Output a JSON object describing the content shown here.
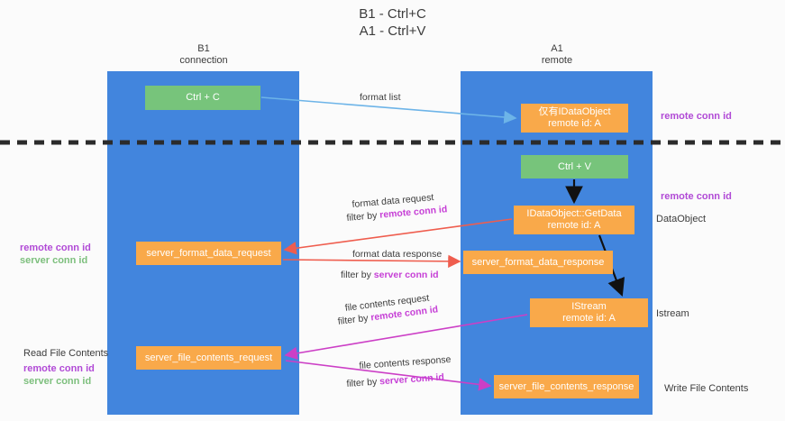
{
  "title": {
    "line1": "B1 - Ctrl+C",
    "line2": "A1 - Ctrl+V"
  },
  "lanes": [
    {
      "id": "b1",
      "name": "B1",
      "role": "connection",
      "color": "#4285dd"
    },
    {
      "id": "a1",
      "name": "A1",
      "role": "remote",
      "color": "#4285dd"
    }
  ],
  "nodes": {
    "ctrl_c": {
      "label": "Ctrl + C",
      "color": "#77c47b",
      "lane": "B1"
    },
    "dataobject_remote": {
      "line1": "仅有IDataObject",
      "line2": "remote id: A",
      "color": "#f9a94a",
      "lane": "A1"
    },
    "ctrl_v": {
      "label": "Ctrl + V",
      "color": "#77c47b",
      "lane": "A1"
    },
    "getdata": {
      "line1": "IDataObject::GetData",
      "line2": "remote id: A",
      "color": "#f9a94a",
      "lane": "A1"
    },
    "server_format_data_request": {
      "label": "server_format_data_request",
      "color": "#f9a94a",
      "lane": "B1"
    },
    "server_format_data_response": {
      "label": "server_format_data_response",
      "color": "#f9a94a",
      "lane": "A1"
    },
    "istream": {
      "line1": "IStream",
      "line2": "remote id: A",
      "color": "#f9a94a",
      "lane": "A1"
    },
    "server_file_contents_request": {
      "label": "server_file_contents_request",
      "color": "#f9a94a",
      "lane": "B1"
    },
    "server_file_contents_response": {
      "label": "server_file_contents_response",
      "color": "#f9a94a",
      "lane": "A1"
    }
  },
  "edges": {
    "format_list": {
      "label": "format list",
      "color": "#6db4e8"
    },
    "format_data_request": {
      "label": "format data request",
      "filter_prefix": "filter by ",
      "filter_key": "remote conn id",
      "color": "#ef5d4e"
    },
    "format_data_response": {
      "label": "format data response",
      "filter_prefix": "filter by ",
      "filter_key": "server conn id",
      "color": "#ef5d4e"
    },
    "file_contents_request": {
      "label": "file contents request",
      "filter_prefix": "filter by ",
      "filter_key": "remote conn id",
      "color": "#cc3fc6"
    },
    "file_contents_response": {
      "label": "file contents response",
      "filter_prefix": "filter by ",
      "filter_key": "server conn id",
      "color": "#cc3fc6"
    }
  },
  "annotations": {
    "right": {
      "remote_conn_id_top": "remote conn id",
      "remote_conn_id_mid": "remote conn id",
      "dataobject": "DataObject",
      "istream": "Istream",
      "write_file_contents": "Write File Contents"
    },
    "left": {
      "remote_conn_id_mid": "remote conn id",
      "server_conn_id_mid": "server conn id",
      "read_file_contents": "Read File Contents",
      "remote_conn_id_bottom": "remote conn id",
      "server_conn_id_bottom": "server conn id"
    }
  },
  "colors": {
    "lane": "#4285dd",
    "green_node": "#77c47b",
    "orange_node": "#f9a94a",
    "purple_text": "#b14ad6",
    "green_text": "#7dbf7d",
    "separator": "#2b2b2b",
    "background": "#fbfbfb"
  }
}
